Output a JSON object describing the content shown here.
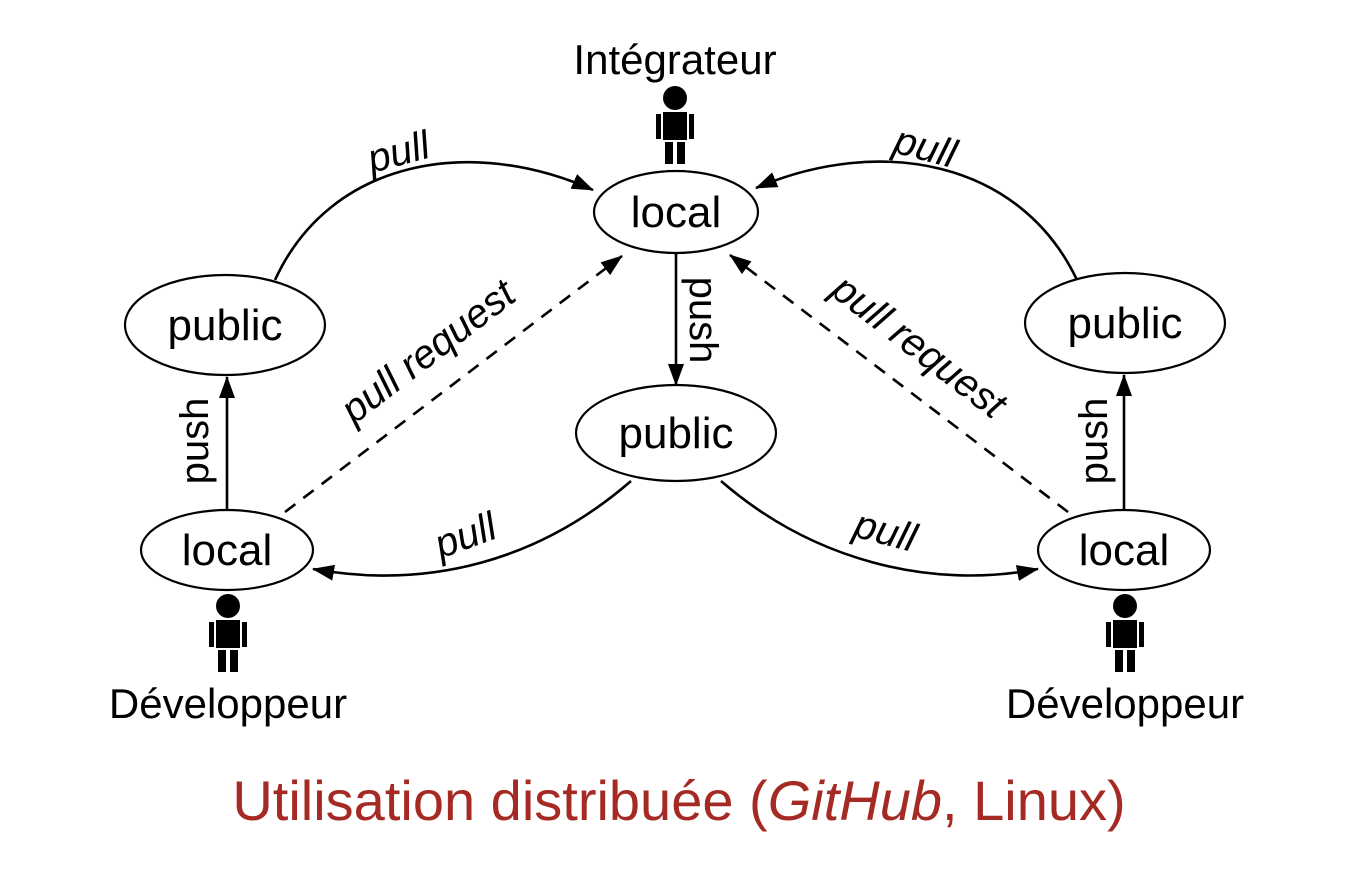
{
  "diagram": {
    "actors": {
      "integrator": {
        "label": "Intégrateur"
      },
      "developer_left": {
        "label": "Développeur"
      },
      "developer_right": {
        "label": "Développeur"
      }
    },
    "nodes": {
      "top_local": {
        "label": "local"
      },
      "left_public": {
        "label": "public"
      },
      "right_public": {
        "label": "public"
      },
      "center_public": {
        "label": "public"
      },
      "left_local": {
        "label": "local"
      },
      "right_local": {
        "label": "local"
      }
    },
    "edges": {
      "pull_top_left": {
        "label": "pull",
        "style": "solid"
      },
      "pull_top_right": {
        "label": "pull",
        "style": "solid"
      },
      "push_center": {
        "label": "push",
        "style": "solid"
      },
      "push_left": {
        "label": "push",
        "style": "solid"
      },
      "push_right": {
        "label": "push",
        "style": "solid"
      },
      "pull_request_left": {
        "label": "pull request",
        "style": "dashed"
      },
      "pull_request_right": {
        "label": "pull request",
        "style": "dashed"
      },
      "pull_bottom_left": {
        "label": "pull",
        "style": "solid"
      },
      "pull_bottom_right": {
        "label": "pull",
        "style": "solid"
      }
    }
  },
  "caption": {
    "prefix": "Utilisation distribuée (",
    "emphasis": "GitHub",
    "suffix": ", Linux)"
  },
  "colors": {
    "ink": "#000000",
    "caption": "#A52A24",
    "background": "#FFFFFF"
  }
}
